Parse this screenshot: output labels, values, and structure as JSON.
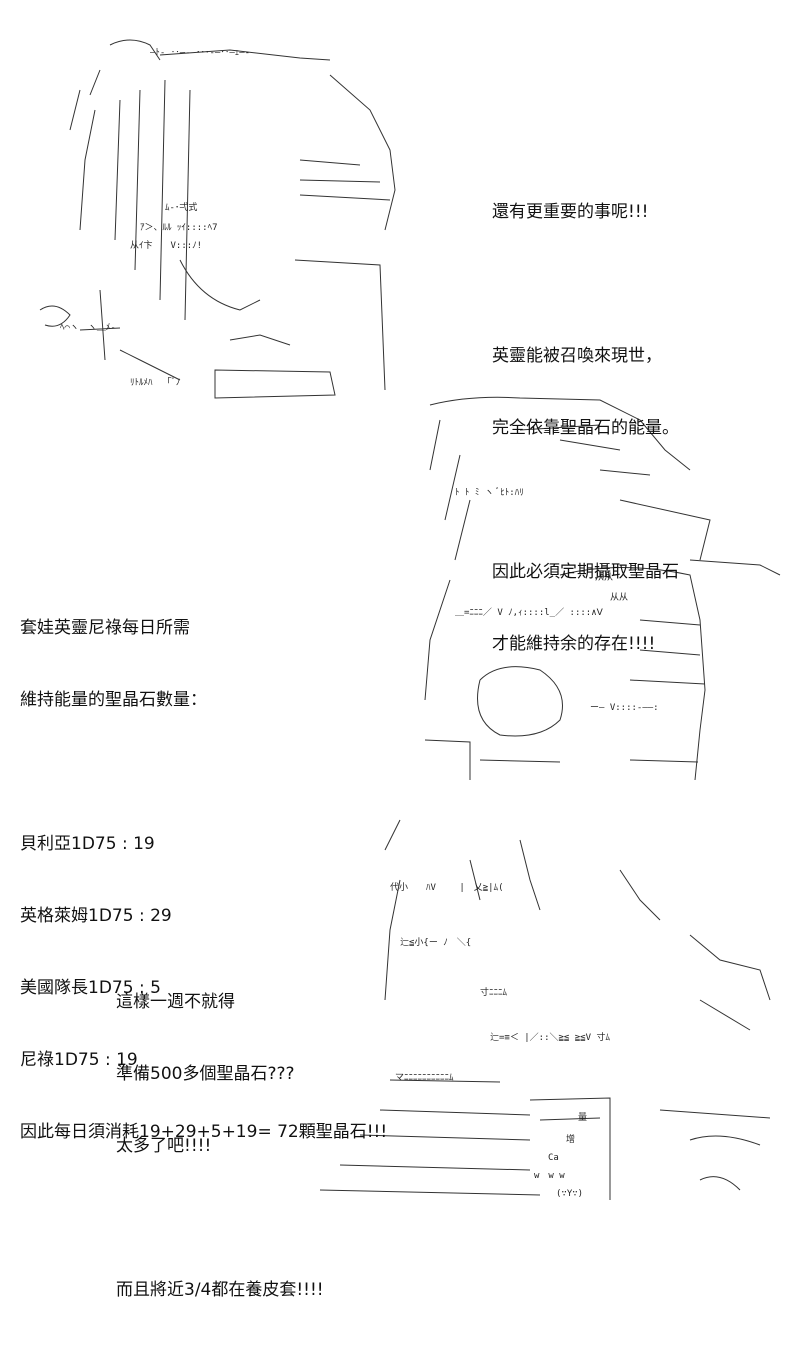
{
  "block1": {
    "lines": [
      "還有更重要的事呢!!!",
      "",
      "英靈能被召喚來現世，",
      "完全依靠聖晶石的能量。",
      "",
      "因此必須定期攝取聖晶石",
      "才能維持余的存在!!!!"
    ]
  },
  "block2": {
    "lines": [
      "套娃英靈尼祿每日所需",
      "維持能量的聖晶石數量：",
      "",
      "貝利亞1D75 : 19",
      "英格萊姆1D75 : 29",
      "美國隊長1D75 : 5",
      "尼祿1D75 : 19",
      "因此每日須消耗19+29+5+19= 72顆聖晶石!!!"
    ]
  },
  "block3": {
    "lines": [
      "這樣一週不就得",
      "準備500多個聖晶石???",
      "太多了吧!!!!",
      "",
      "而且將近3/4都在養皮套!!!!"
    ]
  },
  "art": {
    "figure1_label": "",
    "figure2_label": "",
    "figure3_inline": [
      "量",
      "增",
      "Ca",
      "w　w w",
      "(∵Y∵)"
    ]
  }
}
